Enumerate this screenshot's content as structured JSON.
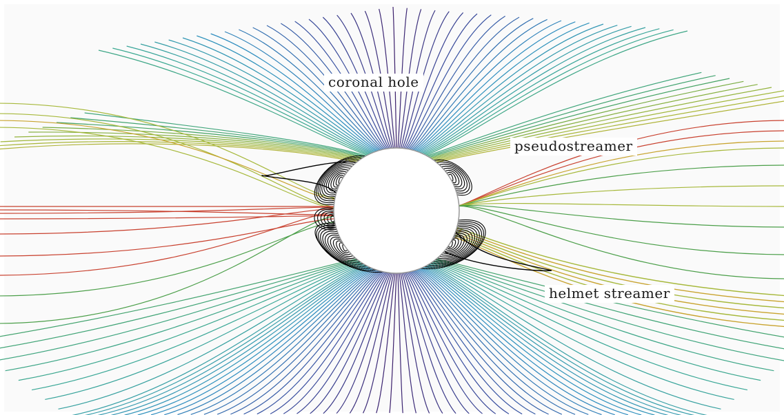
{
  "labels": {
    "coronal_hole": "coronal hole",
    "pseudostreamer": "pseudostreamer",
    "helmet_streamer": "helmet streamer"
  },
  "colors": {
    "background": "#fafafa",
    "closed_field": "#000000",
    "sun_disk": "#ffffff",
    "open_field_palette": [
      "#3b1f6b",
      "#3a4fa0",
      "#2e8fc0",
      "#3aa894",
      "#4a9e48",
      "#a6b83a",
      "#c8a32e",
      "#c8402e"
    ]
  }
}
